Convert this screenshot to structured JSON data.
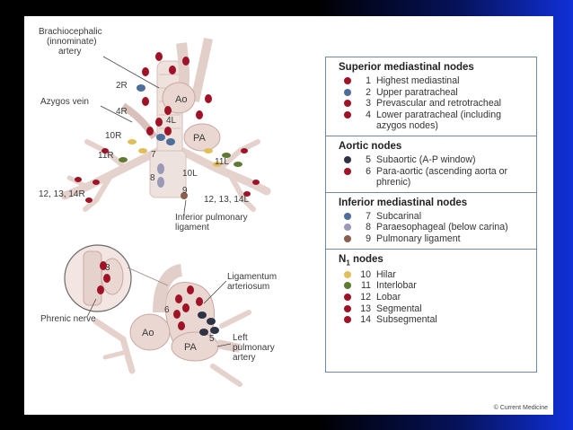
{
  "legend": {
    "sections": [
      {
        "title": "Superior mediastinal nodes",
        "items": [
          {
            "num": "1",
            "label": "Highest mediastinal",
            "color": "#a01226"
          },
          {
            "num": "2",
            "label": "Upper paratracheal",
            "color": "#4d6d9a"
          },
          {
            "num": "3",
            "label": "Prevascular and retrotracheal",
            "color": "#a01226"
          },
          {
            "num": "4",
            "label": "Lower paratracheal (including azygos nodes)",
            "color": "#a01226"
          }
        ]
      },
      {
        "title": "Aortic nodes",
        "items": [
          {
            "num": "5",
            "label": "Subaortic (A-P window)",
            "color": "#2e3346"
          },
          {
            "num": "6",
            "label": "Para-aortic (ascending aorta or phrenic)",
            "color": "#a01226"
          }
        ]
      },
      {
        "title": "Inferior mediastinal nodes",
        "items": [
          {
            "num": "7",
            "label": "Subcarinal",
            "color": "#4d6d9a"
          },
          {
            "num": "8",
            "label": "Paraesophageal (below carina)",
            "color": "#9a9ab8"
          },
          {
            "num": "9",
            "label": "Pulmonary ligament",
            "color": "#8a5e4c"
          }
        ]
      },
      {
        "title": "N nodes",
        "subscript": "1",
        "items": [
          {
            "num": "10",
            "label": "Hilar",
            "color": "#e0bf5a"
          },
          {
            "num": "11",
            "label": "Interlobar",
            "color": "#5f7a32"
          },
          {
            "num": "12",
            "label": "Lobar",
            "color": "#a01226"
          },
          {
            "num": "13",
            "label": "Segmental",
            "color": "#a01226"
          },
          {
            "num": "14",
            "label": "Subsegmental",
            "color": "#a01226"
          }
        ]
      }
    ]
  },
  "labels": {
    "brachiocephalic_1": "Brachiocephalic",
    "brachiocephalic_2": "(innominate)",
    "brachiocephalic_3": "artery",
    "azygos": "Azygos vein",
    "ao": "Ao",
    "pa": "PA",
    "st_2r": "2R",
    "st_4r": "4R",
    "st_4l": "4L",
    "st_10r": "10R",
    "st_11r": "11R",
    "st_7": "7",
    "st_8": "8",
    "st_9": "9",
    "st_10l": "10L",
    "st_11l": "11L",
    "st_12r": "12, 13, 14R",
    "st_12l": "12, 13, 14L",
    "inferior_1": "Inferior pulmonary",
    "inferior_2": "ligament",
    "inset_3": "3",
    "phrenic": "Phrenic nerve",
    "ligamentum_1": "Ligamentum",
    "ligamentum_2": "arteriosum",
    "ao2": "Ao",
    "pa2": "PA",
    "n6": "6",
    "n5": "5",
    "left_pa_1": "Left",
    "left_pa_2": "pulmonary",
    "left_pa_3": "artery"
  },
  "credit": "© Current Medicine"
}
